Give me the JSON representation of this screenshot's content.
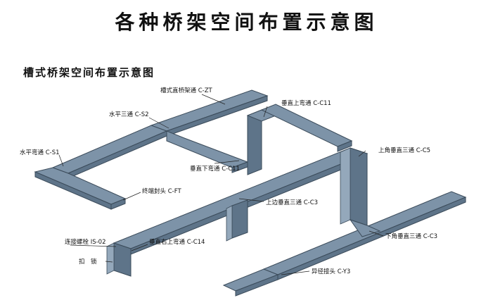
{
  "title": "各种桥架空间布置示意图",
  "subtitle": "槽式桥架空间布置示意图",
  "colors": {
    "tray_top": "#7d93a8",
    "tray_side": "#5e7489",
    "tray_edge": "#3b4b5a",
    "tray_dark": "#4a5d6f"
  },
  "labels": {
    "zt": "槽式直桥架通 C-ZT",
    "s2": "水平三通 C-S2",
    "s1": "水平弯通 C-S1",
    "c11_up": "垂直上弯通 C-C11",
    "c11_down": "垂直下弯通 C-C11",
    "c5": "上角垂直三通 C-C5",
    "ft": "终端封头 C-FT",
    "c3_up": "上边垂直三通 C-C3",
    "is02": "连接螺栓 IS-02",
    "c14": "垂直右上弯通 C-C14",
    "lock": "扣　锁",
    "c3_down": "下角垂直三通 C-C3",
    "y3": "异径接头 C-Y3"
  }
}
